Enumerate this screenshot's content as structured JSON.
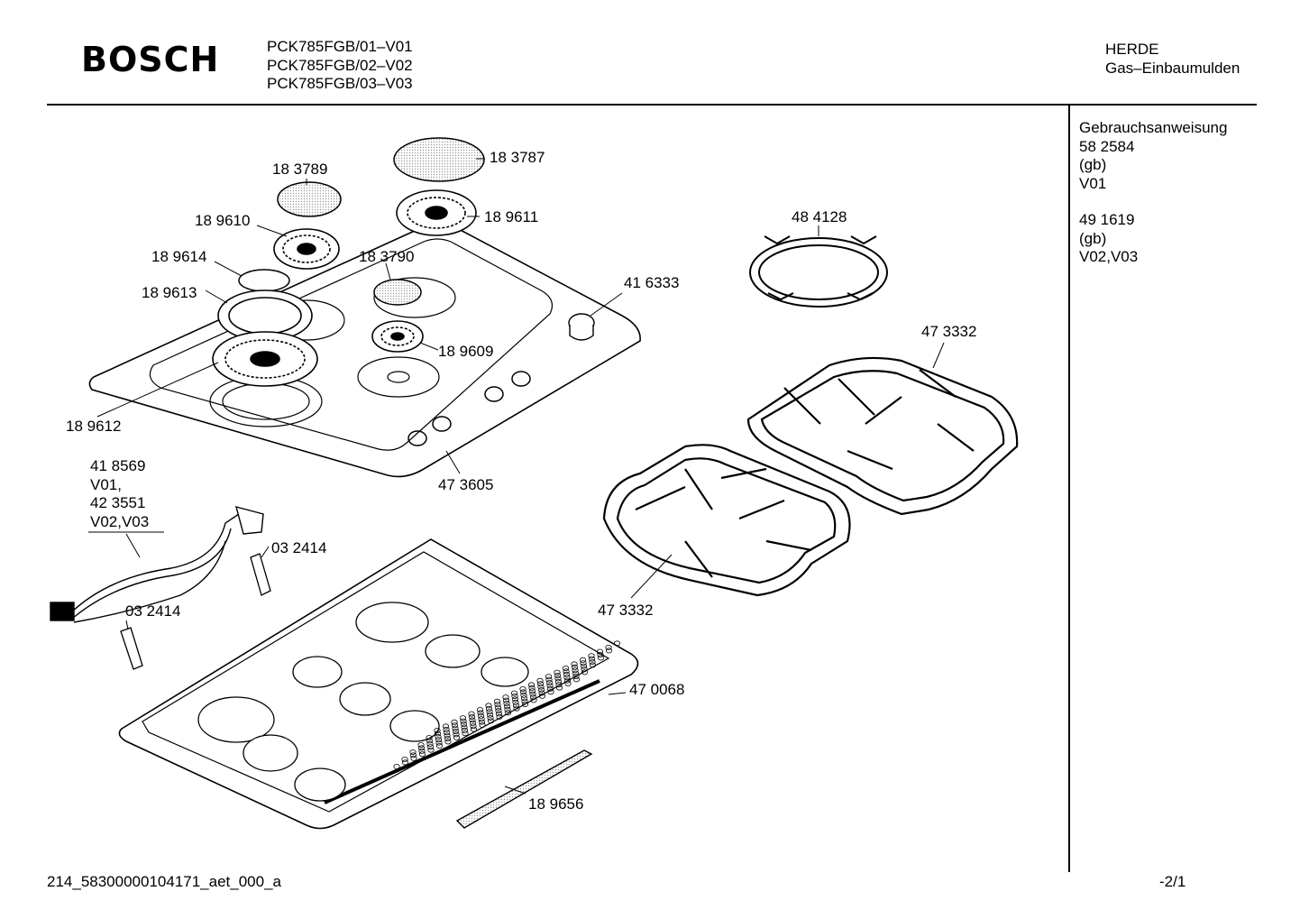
{
  "header": {
    "brand": "BOSCH",
    "models": [
      "PCK785FGB/01–V01",
      "PCK785FGB/02–V02",
      "PCK785FGB/03–V03"
    ],
    "category": [
      "HERDE",
      "Gas–Einbaumulden"
    ]
  },
  "sidebar": {
    "title": "Gebrauchsanweisung",
    "doc1": [
      "58 2584",
      "(gb)",
      "V01"
    ],
    "doc2": [
      "49 1619",
      "(gb)",
      "V02,V03"
    ]
  },
  "parts": {
    "p183789": "18 3789",
    "p183787": "18 3787",
    "p189610": "18 9610",
    "p189611": "18 9611",
    "p189614": "18 9614",
    "p183790": "18 3790",
    "p189613": "18 9613",
    "p416333": "41 6333",
    "p189609": "18 9609",
    "p189612": "18 9612",
    "p473605": "47 3605",
    "p484128": "48 4128",
    "p473332a": "47 3332",
    "p473332b": "47 3332",
    "p032414a": "03 2414",
    "p032414b": "03 2414",
    "p470068": "47 0068",
    "p189656": "18 9656",
    "cable": [
      "41 8569",
      "V01,",
      "42 3551",
      "V02,V03"
    ]
  },
  "footer": {
    "code": "214_58300000104171_aet_000_a",
    "page": "-2/1"
  }
}
